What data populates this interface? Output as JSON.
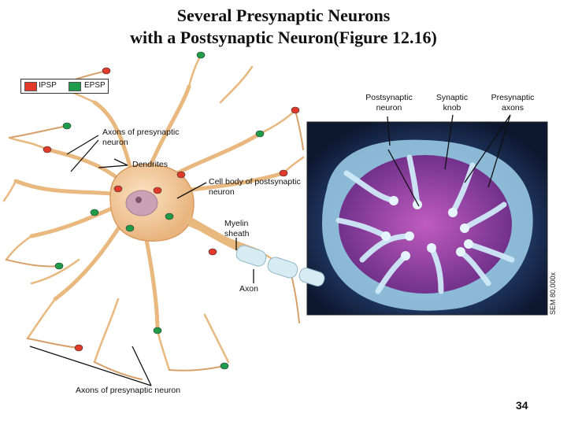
{
  "title": {
    "line1": "Several Presynaptic Neurons",
    "line2": "with a Postsynaptic Neuron(Figure 12.16)"
  },
  "legend": {
    "ipsp": "IPSP",
    "epsp": "EPSP",
    "ipsp_color": "#e23a2a",
    "epsp_color": "#1e9c4a"
  },
  "labels": {
    "axons_presynaptic_top": "Axons of presynaptic neuron",
    "dendrites": "Dendrites",
    "cell_body": "Cell body of postsynaptic neuron",
    "myelin_sheath": "Myelin sheath",
    "axon": "Axon",
    "axons_presynaptic_bottom": "Axons of presynaptic neuron",
    "postsynaptic_neuron": "Postsynaptic neuron",
    "synaptic_knob": "Synaptic knob",
    "presynaptic_axons": "Presynaptic axons",
    "sem": "SEM 80,000x"
  },
  "page_number": "34"
}
